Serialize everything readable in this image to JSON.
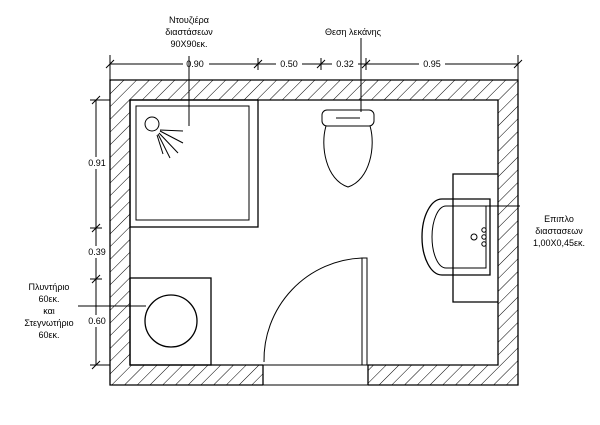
{
  "labels": {
    "shower_line1": "Ντουζιέρα",
    "shower_line2": "διαστάσεων",
    "shower_line3": "90Χ90εκ.",
    "toilet": "Θεση λεκάνης",
    "vanity_line1": "Επιπλο",
    "vanity_line2": "διαστασεων",
    "vanity_line3": "1,00Χ0,45εκ.",
    "washer_line1": "Πλυντήριο",
    "washer_line2": "60εκ.",
    "washer_line3": "και",
    "washer_line4": "Στεγνωτήριο",
    "washer_line5": "60εκ."
  },
  "dimensions": {
    "top": [
      "0.90",
      "0.50",
      "0.32",
      "0.95"
    ],
    "left": [
      "0.91",
      "0.39",
      "0.60"
    ]
  }
}
